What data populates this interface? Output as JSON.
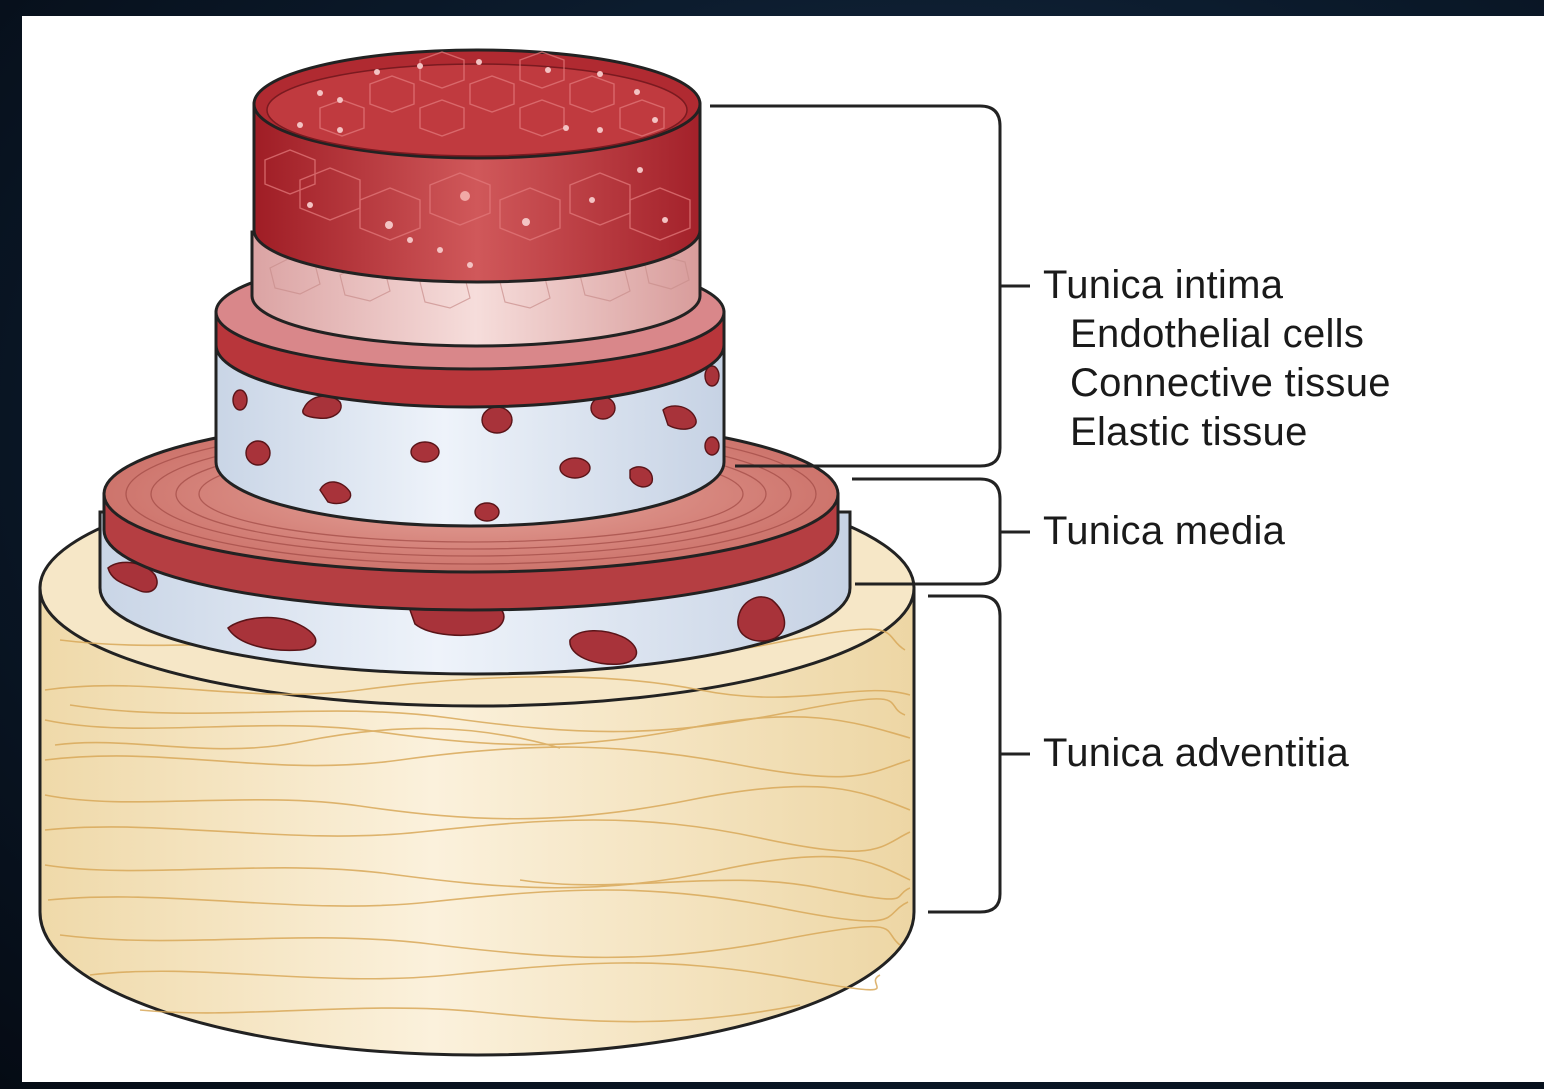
{
  "labels": {
    "intima": {
      "title": "Tunica intima",
      "items": [
        "Endothelial cells",
        "Connective tissue",
        "Elastic tissue"
      ]
    },
    "media": {
      "title": "Tunica media"
    },
    "adventitia": {
      "title": "Tunica adventitia"
    }
  },
  "colors": {
    "background_dark": "#0b1a2b",
    "panel": "#ffffff",
    "endothelium": "#b3262c",
    "connective": "#e9b5b3",
    "elastic": "#c8504f",
    "smooth_muscle_band": "#dde6f1",
    "media_disc": "#d07d74",
    "adventitia": "#f5e6c4",
    "fiber": "#d9a95a",
    "nucleus": "#a8333a",
    "outline": "#222222"
  }
}
